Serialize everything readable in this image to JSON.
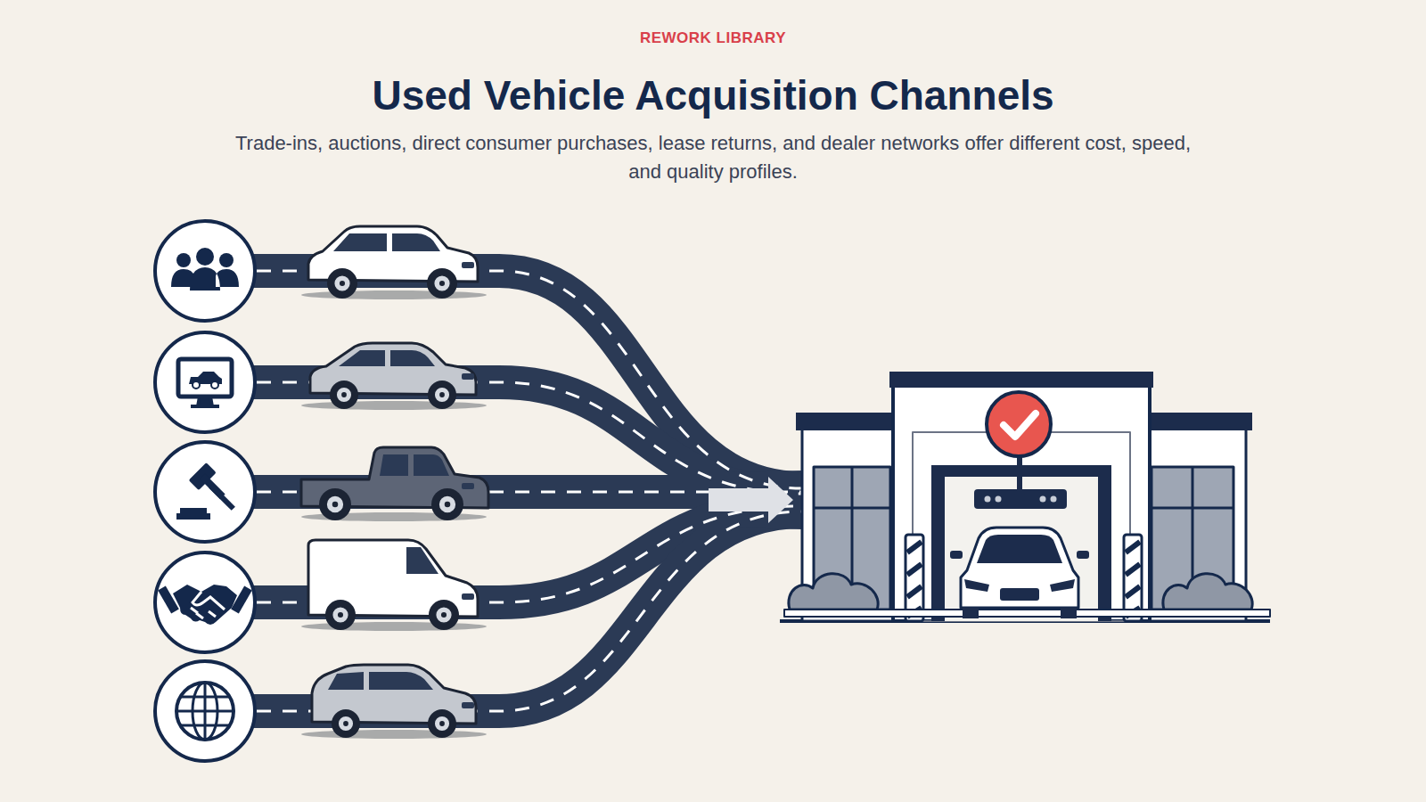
{
  "diagram": {
    "title": "Used Vehicle Acquisition Channels",
    "caption": "Trade-ins, auctions, direct consumer purchases, lease returns, and dealer networks offer different cost, speed, and quality profiles.",
    "labels": [
      "REWORK LIBRARY"
    ]
  }
}
